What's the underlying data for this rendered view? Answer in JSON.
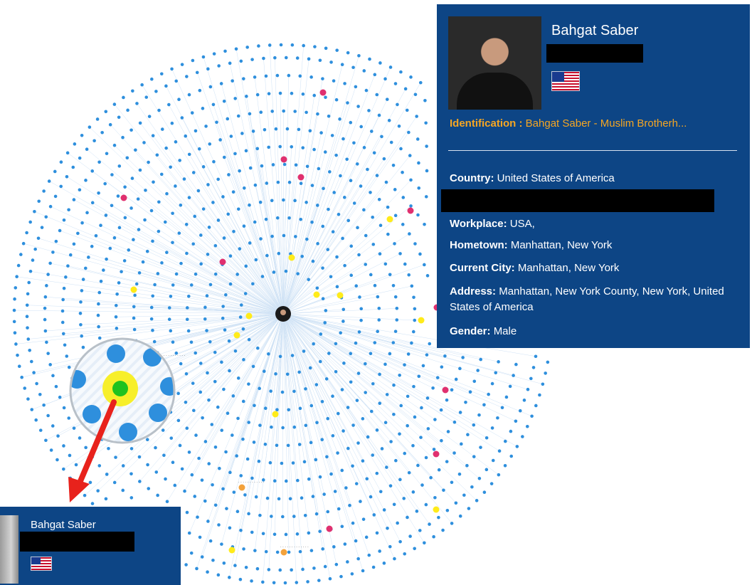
{
  "graph": {
    "center_node": "avatar",
    "highlight_node_colors": {
      "default": "#2e8fdd",
      "pink": "#e0306f",
      "yellow": "#ffeb1a",
      "orange": "#f3a23b",
      "green": "#1fc21f"
    },
    "zoom_callout": "magnifier-lens",
    "pointer_arrow_color": "#e8221c"
  },
  "profile_card": {
    "name": "Bahgat Saber",
    "flag": "us-flag-icon",
    "identification_label": "Identification :",
    "identification_value": "Bahgat Saber - Muslim Brotherh...",
    "fields": [
      {
        "label": "Country:",
        "value": "United States of America"
      },
      {
        "label": "Workplace:",
        "value": "USA,"
      },
      {
        "label": "Hometown:",
        "value": "Manhattan, New York"
      },
      {
        "label": "Current City:",
        "value": "Manhattan, New York"
      },
      {
        "label": "Address:",
        "value": "Manhattan, New York County, New York, United States of America"
      },
      {
        "label": "Gender:",
        "value": "Male"
      }
    ]
  },
  "mini_card": {
    "name": "Bahgat Saber",
    "flag": "us-flag-icon"
  }
}
